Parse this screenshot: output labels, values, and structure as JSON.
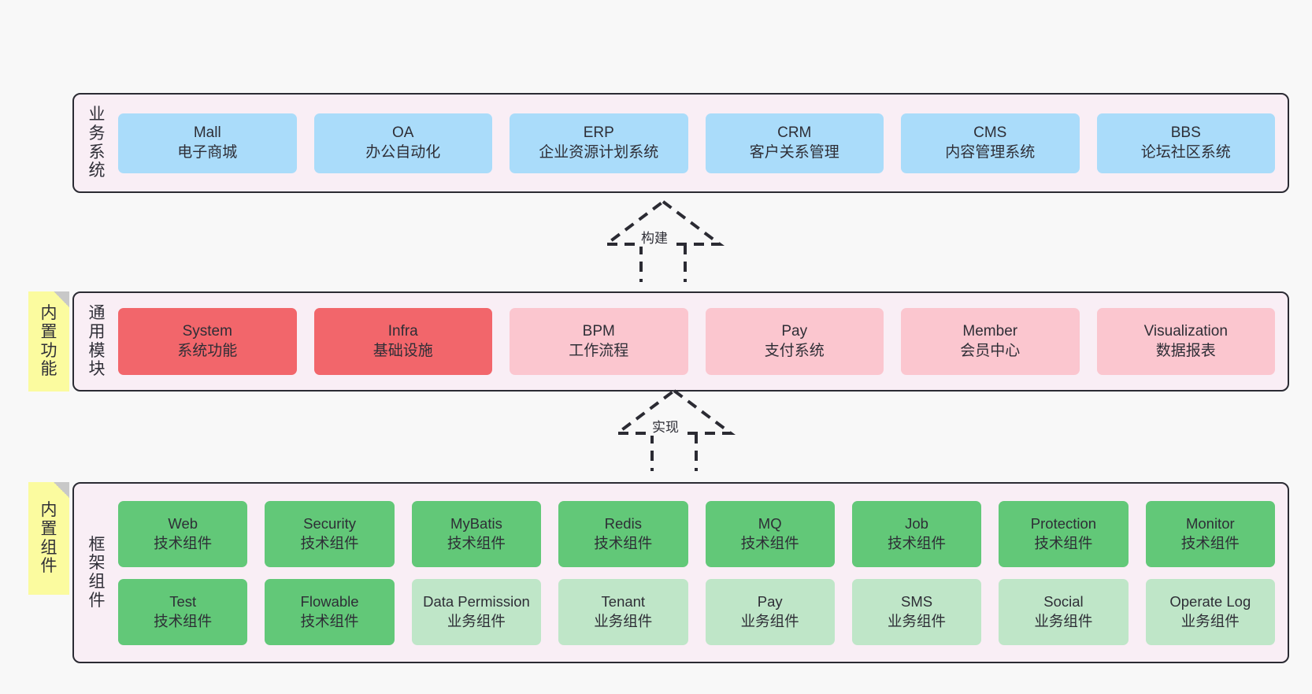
{
  "canvas": {
    "background": "#f8f8f8",
    "text_color": "#2e2e36"
  },
  "palette": {
    "layer_bg": "#f9eef5",
    "layer_border": "#2b2b33",
    "business_card": "#aadcfa",
    "module_core_card": "#f2666b",
    "module_card": "#fbc6cf",
    "framework_tech_card": "#62c878",
    "framework_biz_card": "#bfe6c8",
    "sticky_note": "#fbfb9f",
    "sticky_fold": "#c8c8c8"
  },
  "layers": [
    {
      "id": "business",
      "title": "业务系统",
      "title_chars": [
        "业",
        "务",
        "系",
        "统"
      ],
      "rows": [
        {
          "cards": [
            {
              "name": "Mall",
              "sub": "电子商城",
              "color": "c-blue"
            },
            {
              "name": "OA",
              "sub": "办公自动化",
              "color": "c-blue"
            },
            {
              "name": "ERP",
              "sub": "企业资源计划系统",
              "color": "c-blue"
            },
            {
              "name": "CRM",
              "sub": "客户关系管理",
              "color": "c-blue"
            },
            {
              "name": "CMS",
              "sub": "内容管理系统",
              "color": "c-blue"
            },
            {
              "name": "BBS",
              "sub": "论坛社区系统",
              "color": "c-blue"
            }
          ]
        }
      ]
    },
    {
      "id": "modules",
      "title": "通用模块",
      "title_chars": [
        "通",
        "用",
        "模",
        "块"
      ],
      "sticky": {
        "text": "内置功能",
        "chars": [
          "内",
          "置",
          "功",
          "能"
        ]
      },
      "rows": [
        {
          "cards": [
            {
              "name": "System",
              "sub": "系统功能",
              "color": "c-red"
            },
            {
              "name": "Infra",
              "sub": "基础设施",
              "color": "c-red"
            },
            {
              "name": "BPM",
              "sub": "工作流程",
              "color": "c-pink"
            },
            {
              "name": "Pay",
              "sub": "支付系统",
              "color": "c-pink"
            },
            {
              "name": "Member",
              "sub": "会员中心",
              "color": "c-pink"
            },
            {
              "name": "Visualization",
              "sub": "数据报表",
              "color": "c-pink"
            }
          ]
        }
      ]
    },
    {
      "id": "framework",
      "title": "框架组件",
      "title_chars": [
        "框",
        "架",
        "组",
        "件"
      ],
      "sticky": {
        "text": "内置组件",
        "chars": [
          "内",
          "置",
          "组",
          "件"
        ]
      },
      "rows": [
        {
          "cards": [
            {
              "name": "Web",
              "sub": "技术组件",
              "color": "c-green"
            },
            {
              "name": "Security",
              "sub": "技术组件",
              "color": "c-green"
            },
            {
              "name": "MyBatis",
              "sub": "技术组件",
              "color": "c-green"
            },
            {
              "name": "Redis",
              "sub": "技术组件",
              "color": "c-green"
            },
            {
              "name": "MQ",
              "sub": "技术组件",
              "color": "c-green"
            },
            {
              "name": "Job",
              "sub": "技术组件",
              "color": "c-green"
            },
            {
              "name": "Protection",
              "sub": "技术组件",
              "color": "c-green"
            },
            {
              "name": "Monitor",
              "sub": "技术组件",
              "color": "c-green"
            }
          ]
        },
        {
          "cards": [
            {
              "name": "Test",
              "sub": "技术组件",
              "color": "c-green"
            },
            {
              "name": "Flowable",
              "sub": "技术组件",
              "color": "c-green"
            },
            {
              "name": "Data Permission",
              "sub": "业务组件",
              "color": "c-green-light"
            },
            {
              "name": "Tenant",
              "sub": "业务组件",
              "color": "c-green-light"
            },
            {
              "name": "Pay",
              "sub": "业务组件",
              "color": "c-green-light"
            },
            {
              "name": "SMS",
              "sub": "业务组件",
              "color": "c-green-light"
            },
            {
              "name": "Social",
              "sub": "业务组件",
              "color": "c-green-light"
            },
            {
              "name": "Operate Log",
              "sub": "业务组件",
              "color": "c-green-light"
            }
          ]
        }
      ]
    }
  ],
  "connectors": [
    {
      "id": "build",
      "label": "构建",
      "style": "dashed-generalization",
      "direction": "up"
    },
    {
      "id": "impl",
      "label": "实现",
      "style": "dashed-generalization",
      "direction": "up"
    }
  ]
}
